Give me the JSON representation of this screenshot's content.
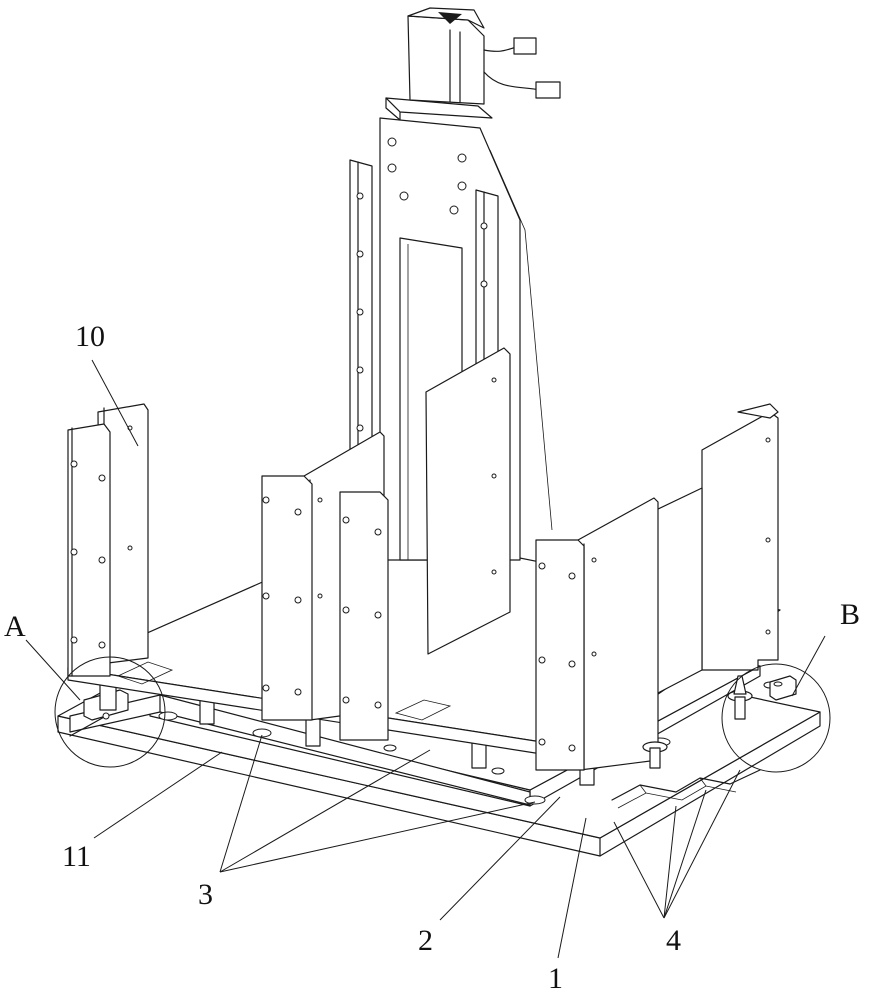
{
  "figure": {
    "type": "patent line drawing",
    "background_color": "#ffffff",
    "line_color": "#1a1a1a"
  },
  "labels": {
    "label_10": "10",
    "label_A": "A",
    "label_B": "B",
    "label_11": "11",
    "label_3": "3",
    "label_2": "2",
    "label_1": "1",
    "label_4": "4"
  },
  "detail_circles": [
    "A",
    "B"
  ],
  "components": [
    {
      "ref": "1",
      "part": "base plate"
    },
    {
      "ref": "2",
      "part": "middle plate"
    },
    {
      "ref": "3",
      "part": "locating holes"
    },
    {
      "ref": "4",
      "part": "locating pins / grooves"
    },
    {
      "ref": "10",
      "part": "side guard plate"
    },
    {
      "ref": "11",
      "part": "side rail"
    },
    {
      "ref": "A",
      "part": "detail view A"
    },
    {
      "ref": "B",
      "part": "detail view B"
    }
  ]
}
